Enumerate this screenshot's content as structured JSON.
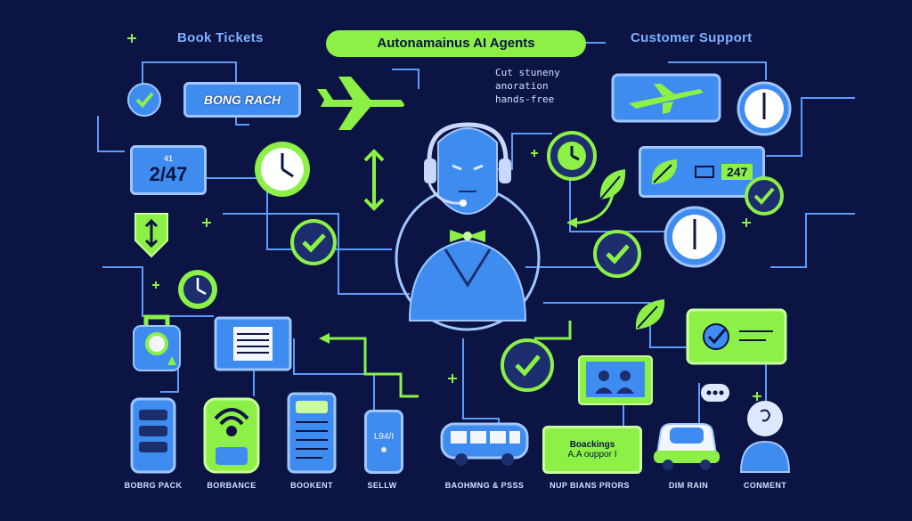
{
  "header": {
    "left_label": "Book Tickets",
    "title": "Autonamainus AI Agents",
    "right_label": "Customer Support",
    "tagline": [
      "Cut stuneny",
      "anoration",
      "hands-free"
    ]
  },
  "panels": {
    "boarding_reach": "BONG RACH",
    "availability": "2/47",
    "availability_small": "41",
    "ticket_code": "247",
    "phone_screen": "L94/I",
    "bookings_title": "Boackings",
    "bookings_sub": "A.A ouppor I"
  },
  "captions": [
    "BOBRG PACK",
    "BORBANCE",
    "BOOKENT",
    "SELLW",
    "BAOHMNG & PSSS",
    "NUP BIANS PRORS",
    "DIM RAIN",
    "CONMENT"
  ],
  "colors": {
    "background": "#0b1442",
    "accent_green": "#8cf046",
    "accent_blue": "#3f8cf0",
    "line_blue": "#5b9cff"
  },
  "icons": [
    "airplane-icon",
    "clock-icon",
    "checkmark-icon",
    "headset-robot-icon",
    "leaf-icon",
    "bus-icon",
    "car-icon",
    "person-icon",
    "phone-icon",
    "document-icon",
    "chat-icon"
  ]
}
